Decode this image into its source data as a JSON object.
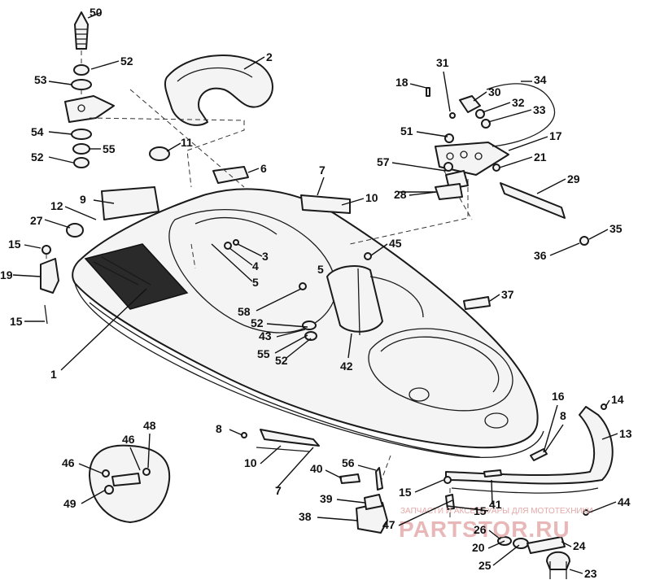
{
  "callouts": [
    "50",
    "52",
    "53",
    "2",
    "54",
    "55",
    "52",
    "11",
    "6",
    "9",
    "12",
    "27",
    "15",
    "19",
    "15",
    "1",
    "8",
    "46",
    "48",
    "46",
    "49",
    "10",
    "7",
    "7",
    "10",
    "3",
    "4",
    "5",
    "5",
    "58",
    "52",
    "43",
    "55",
    "52",
    "42",
    "45",
    "37",
    "40",
    "56",
    "39",
    "38",
    "47",
    "15",
    "41",
    "15",
    "26",
    "20",
    "25",
    "24",
    "23",
    "16",
    "8",
    "14",
    "13",
    "44",
    "18",
    "31",
    "30",
    "34",
    "32",
    "33",
    "51",
    "17",
    "57",
    "21",
    "28",
    "29",
    "35",
    "36"
  ],
  "watermark": {
    "caption": "ЗАПЧАСТИ И АКСЕССУАРЫ ДЛЯ МОТОТЕХНИКИ",
    "brand": "PARTSTOR.RU"
  }
}
